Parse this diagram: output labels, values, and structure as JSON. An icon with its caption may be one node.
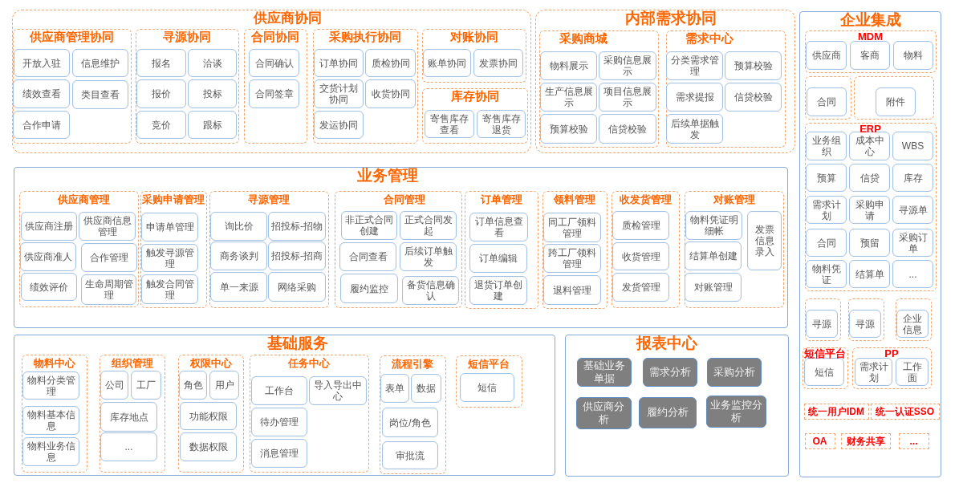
{
  "diagram": {
    "nodes": [
      {
        "text": [
          "供应商协同"
        ]
      },
      {
        "text": [
          "供应商管理协同"
        ],
        "in": 0
      },
      {
        "text": [
          "开放入驻"
        ],
        "in": 1
      },
      {
        "text": [
          "信息维护"
        ],
        "in": 1
      },
      {
        "text": [
          "绩效查看"
        ],
        "in": 1
      },
      {
        "text": [
          "类目查看"
        ],
        "in": 1
      },
      {
        "text": [
          "合作申请"
        ],
        "in": 1
      },
      {
        "text": [
          "寻源协同"
        ],
        "in": 0
      },
      {
        "text": [
          "报名"
        ],
        "in": 7
      },
      {
        "text": [
          "洽谈"
        ],
        "in": 7
      },
      {
        "text": [
          "报价"
        ],
        "in": 7
      },
      {
        "text": [
          "投标"
        ],
        "in": 7
      },
      {
        "text": [
          "竞价"
        ],
        "in": 7
      },
      {
        "text": [
          "跟标"
        ],
        "in": 7
      },
      {
        "text": [
          "合同协同"
        ],
        "in": 0
      },
      {
        "text": [
          "合同确认"
        ],
        "in": 14
      },
      {
        "text": [
          "合同签章"
        ],
        "in": 14
      },
      {
        "text": [
          "采购执行协同"
        ],
        "in": 0
      },
      {
        "text": [
          "订单协同"
        ],
        "in": 17
      },
      {
        "text": [
          "质检协同"
        ],
        "in": 17
      },
      {
        "text": [
          "交货计划协同"
        ],
        "in": 17
      },
      {
        "text": [
          "收货协同"
        ],
        "in": 17
      },
      {
        "text": [
          "发运协同"
        ],
        "in": 17
      },
      {
        "text": [
          "对账协同"
        ],
        "in": 0
      },
      {
        "text": [
          "账单协同"
        ],
        "in": 23
      },
      {
        "text": [
          "发票协同"
        ],
        "in": 23
      },
      {
        "text": [
          "库存协同"
        ],
        "in": 0
      },
      {
        "text": [
          "寄售库存查看"
        ],
        "in": 26
      },
      {
        "text": [
          "寄售库存退货"
        ],
        "in": 26
      },
      {
        "text": [
          "内部需求协同"
        ]
      },
      {
        "text": [
          "采购商城"
        ],
        "in": 29
      },
      {
        "text": [
          "物料展示"
        ],
        "in": 30
      },
      {
        "text": [
          "采购信息展示"
        ],
        "in": 30
      },
      {
        "text": [
          "生产信息展示"
        ],
        "in": 30
      },
      {
        "text": [
          "项目信息展示"
        ],
        "in": 30
      },
      {
        "text": [
          "预算校验"
        ],
        "in": 30
      },
      {
        "text": [
          "信贷校验"
        ],
        "in": 30
      },
      {
        "text": [
          "需求中心"
        ],
        "in": 29
      },
      {
        "text": [
          "分类需求管理"
        ],
        "in": 37
      },
      {
        "text": [
          "预算校验"
        ],
        "in": 37
      },
      {
        "text": [
          "需求提报"
        ],
        "in": 37
      },
      {
        "text": [
          "信贷校验"
        ],
        "in": 37
      },
      {
        "text": [
          "后续单据触发"
        ],
        "in": 37
      },
      {
        "text": [
          "企业集成"
        ]
      },
      {
        "text": [
          "MDM"
        ],
        "in": 43
      },
      {
        "text": [
          "供应商"
        ],
        "in": 44
      },
      {
        "text": [
          "客商"
        ],
        "in": 44
      },
      {
        "text": [
          "物料"
        ],
        "in": 44
      },
      {
        "text": [],
        "shape": "box",
        "in": 43
      },
      {
        "text": [
          "合同"
        ],
        "in": 48
      },
      {
        "text": [],
        "shape": "box",
        "in": 43
      },
      {
        "text": [
          "附件"
        ],
        "in": 50
      },
      {
        "text": [
          "ERP"
        ],
        "in": 43
      },
      {
        "text": [
          "业务组织"
        ],
        "in": 52
      },
      {
        "text": [
          "成本中心"
        ],
        "in": 52
      },
      {
        "text": [
          "WBS"
        ],
        "in": 52
      },
      {
        "text": [
          "预算"
        ],
        "in": 52
      },
      {
        "text": [
          "信贷"
        ],
        "in": 52
      },
      {
        "text": [
          "库存"
        ],
        "in": 52
      },
      {
        "text": [
          "需求计划"
        ],
        "in": 52
      },
      {
        "text": [
          "采购申请"
        ],
        "in": 52
      },
      {
        "text": [
          "寻源单"
        ],
        "in": 52
      },
      {
        "text": [
          "合同"
        ],
        "in": 52
      },
      {
        "text": [
          "预留"
        ],
        "in": 52
      },
      {
        "text": [
          "采购订单"
        ],
        "in": 52
      },
      {
        "text": [
          "物料凭证"
        ],
        "in": 52
      },
      {
        "text": [
          "结算单"
        ],
        "in": 52
      },
      {
        "text": [
          "..."
        ],
        "in": 52
      },
      {
        "text": [],
        "shape": "box",
        "in": 43
      },
      {
        "text": [
          "寻源"
        ],
        "in": 68
      },
      {
        "text": [],
        "shape": "box",
        "in": 43
      },
      {
        "text": [
          "寻源"
        ],
        "in": 70
      },
      {
        "text": [],
        "shape": "box",
        "in": 43
      },
      {
        "text": [
          "企业信息"
        ],
        "in": 72
      },
      {
        "text": [
          "短信平台"
        ],
        "in": 43
      },
      {
        "text": [
          "短信"
        ],
        "in": 74
      },
      {
        "text": [
          "PP"
        ],
        "in": 43
      },
      {
        "text": [
          "需求计划"
        ],
        "in": 76
      },
      {
        "text": [
          "工作面"
        ],
        "in": 76
      },
      {
        "text": [
          "统一用户IDM"
        ],
        "in": 43
      },
      {
        "text": [
          "统一认证SSO"
        ],
        "in": 43
      },
      {
        "text": [
          "OA"
        ],
        "in": 43
      },
      {
        "text": [
          "财务共享"
        ],
        "in": 43
      },
      {
        "text": [
          "..."
        ],
        "in": 43
      },
      {
        "text": [
          "业务管理"
        ]
      },
      {
        "text": [
          "供应商管理"
        ],
        "in": 84
      },
      {
        "text": [
          "供应商注册"
        ],
        "in": 85
      },
      {
        "text": [
          "供应商信息管理"
        ],
        "in": 85
      },
      {
        "text": [
          "供应商准人"
        ],
        "in": 85
      },
      {
        "text": [
          "合作管理"
        ],
        "in": 85
      },
      {
        "text": [
          "绩效评价"
        ],
        "in": 85
      },
      {
        "text": [
          "生命周期管理"
        ],
        "in": 85
      },
      {
        "text": [
          "采购申请管理"
        ],
        "in": 84
      },
      {
        "text": [
          "申请单管理"
        ],
        "in": 92
      },
      {
        "text": [
          "触发寻源管理"
        ],
        "in": 92
      },
      {
        "text": [
          "触发合同管理"
        ],
        "in": 92
      },
      {
        "text": [
          "寻源管理"
        ],
        "in": 84
      },
      {
        "text": [
          "询比价"
        ],
        "in": 96
      },
      {
        "text": [
          "招投标-招物"
        ],
        "in": 96
      },
      {
        "text": [
          "商务谈判"
        ],
        "in": 96
      },
      {
        "text": [
          "招投标-招商"
        ],
        "in": 96
      },
      {
        "text": [
          "单一来源"
        ],
        "in": 96
      },
      {
        "text": [
          "网络采购"
        ],
        "in": 96
      },
      {
        "text": [
          "合同管理"
        ],
        "in": 84
      },
      {
        "text": [
          "非正式合同创建"
        ],
        "in": 103
      },
      {
        "text": [
          "正式合同发起"
        ],
        "in": 103
      },
      {
        "text": [
          "合同查看"
        ],
        "in": 103
      },
      {
        "text": [
          "后续订单触发"
        ],
        "in": 103
      },
      {
        "text": [
          "履约监控"
        ],
        "in": 103
      },
      {
        "text": [
          "备货信息确认"
        ],
        "in": 103
      },
      {
        "text": [
          "订单管理"
        ],
        "in": 84
      },
      {
        "text": [
          "订单信息查看"
        ],
        "in": 110
      },
      {
        "text": [
          "订单编辑"
        ],
        "in": 110
      },
      {
        "text": [
          "退货订单创建"
        ],
        "in": 110
      },
      {
        "text": [
          "领料管理"
        ],
        "in": 84
      },
      {
        "text": [
          "同工厂领料管理"
        ],
        "in": 114
      },
      {
        "text": [
          "跨工厂领料管理"
        ],
        "in": 114
      },
      {
        "text": [
          "退料管理"
        ],
        "in": 114
      },
      {
        "text": [
          "收发货管理"
        ],
        "in": 84
      },
      {
        "text": [
          "质检管理"
        ],
        "in": 118
      },
      {
        "text": [
          "收货管理"
        ],
        "in": 118
      },
      {
        "text": [
          "发货管理"
        ],
        "in": 118
      },
      {
        "text": [
          "对账管理"
        ],
        "in": 84
      },
      {
        "text": [
          "物料凭证明细帐"
        ],
        "in": 122
      },
      {
        "text": [
          "结算单创建"
        ],
        "in": 122
      },
      {
        "text": [
          "对账管理"
        ],
        "in": 122
      },
      {
        "text": [
          "发票信息录入"
        ],
        "in": 122
      },
      {
        "text": [
          "基础服务"
        ]
      },
      {
        "text": [
          "物料中心"
        ],
        "in": 127
      },
      {
        "text": [
          "物料分类管理"
        ],
        "in": 128
      },
      {
        "text": [
          "物料基本信息"
        ],
        "in": 128
      },
      {
        "text": [
          "物料业务信息"
        ],
        "in": 128
      },
      {
        "text": [
          "组织管理"
        ],
        "in": 127
      },
      {
        "text": [
          "公司"
        ],
        "in": 132
      },
      {
        "text": [
          "工厂"
        ],
        "in": 132
      },
      {
        "text": [
          "库存地点"
        ],
        "in": 132
      },
      {
        "text": [
          "..."
        ],
        "in": 132
      },
      {
        "text": [
          "权限中心"
        ],
        "in": 127
      },
      {
        "text": [
          "角色"
        ],
        "in": 137
      },
      {
        "text": [
          "用户"
        ],
        "in": 137
      },
      {
        "text": [
          "功能权限"
        ],
        "in": 137
      },
      {
        "text": [
          "数据权限"
        ],
        "in": 137
      },
      {
        "text": [
          "任务中心"
        ],
        "in": 127
      },
      {
        "text": [
          "工作台"
        ],
        "in": 142
      },
      {
        "text": [
          "导入导出中心"
        ],
        "in": 142
      },
      {
        "text": [
          "待办管理"
        ],
        "in": 142
      },
      {
        "text": [
          "消息管理"
        ],
        "in": 142
      },
      {
        "text": [
          "流程引擎"
        ],
        "in": 127
      },
      {
        "text": [
          "表单"
        ],
        "in": 147
      },
      {
        "text": [
          "数据"
        ],
        "in": 147
      },
      {
        "text": [
          "岗位/角色"
        ],
        "in": 147
      },
      {
        "text": [
          "审批流"
        ],
        "in": 147
      },
      {
        "text": [
          "短信平台"
        ],
        "in": 127
      },
      {
        "text": [
          "短信"
        ],
        "in": 152
      },
      {
        "text": [
          "报表中心"
        ]
      },
      {
        "text": [
          "基础业务单据"
        ],
        "in": 154
      },
      {
        "text": [
          "需求分析"
        ],
        "in": 154
      },
      {
        "text": [
          "采购分析"
        ],
        "in": 154
      },
      {
        "text": [
          "供应商分析"
        ],
        "in": 154
      },
      {
        "text": [
          "履约分析"
        ],
        "in": 154
      },
      {
        "text": [
          "业务监控分析"
        ],
        "in": 154
      }
    ]
  }
}
